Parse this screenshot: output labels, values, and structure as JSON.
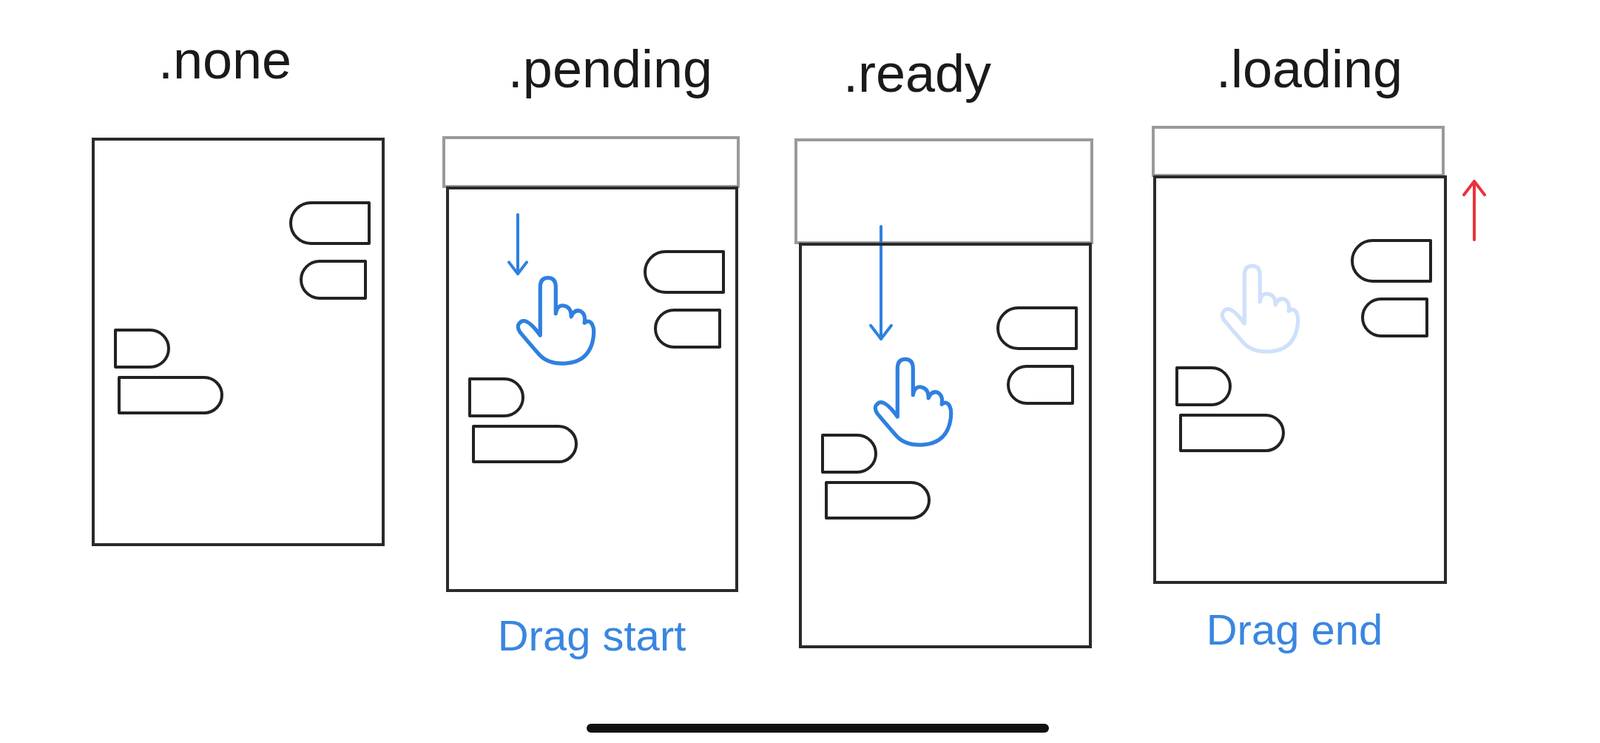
{
  "diagram": {
    "nodes": [
      {
        "text": [
          ".none"
        ]
      },
      {
        "text": [
          ".pending",
          "Drag start"
        ]
      },
      {
        "text": [
          ".ready"
        ]
      },
      {
        "text": [
          ".loading",
          "Drag end"
        ]
      }
    ]
  }
}
